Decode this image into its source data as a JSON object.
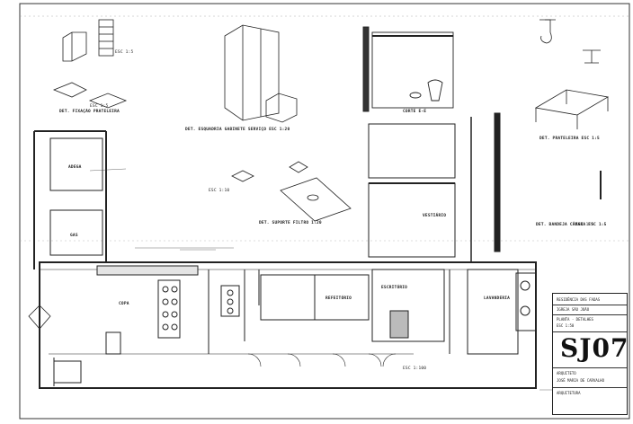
{
  "sheet": {
    "code": "SJ07",
    "title_block_rows": [
      "RESIDÊNCIA DAS FADAS",
      "IGREJA SÃO JOÃO",
      "PLANTA · DETALHES",
      "ESC 1:50",
      "ARQUITETO",
      "JOSÉ MARIA DE CARVALHO",
      "ARQUITETURA"
    ]
  },
  "labels": {
    "det_escada": "DET. FIXAÇÃO PRATELEIRA",
    "det_armario": "DET. ESQUADRIA GABINETE SERVIÇO ESC 1:20",
    "det_suporte": "DET. SUPORTE FILTRO 1:20",
    "det_prateleira": "DET. PRATELEIRA ESC 1:5",
    "det_bandeja": "DET. BANDEJA CÂMARA ESC 1:5",
    "corte": "CORTE E-E",
    "adega": "ADEGA",
    "gas": "GAS",
    "copa": "COPA",
    "refeitorio": "REFEITÓRIO",
    "vestiario": "VESTIÁRIO",
    "lavanderia": "LAVANDERIA",
    "escritorio": "ESCRITÓRIO",
    "esc15": "ESC 1:5",
    "esc110": "ESC 1:10",
    "esc1100": "ESC 1:100"
  }
}
